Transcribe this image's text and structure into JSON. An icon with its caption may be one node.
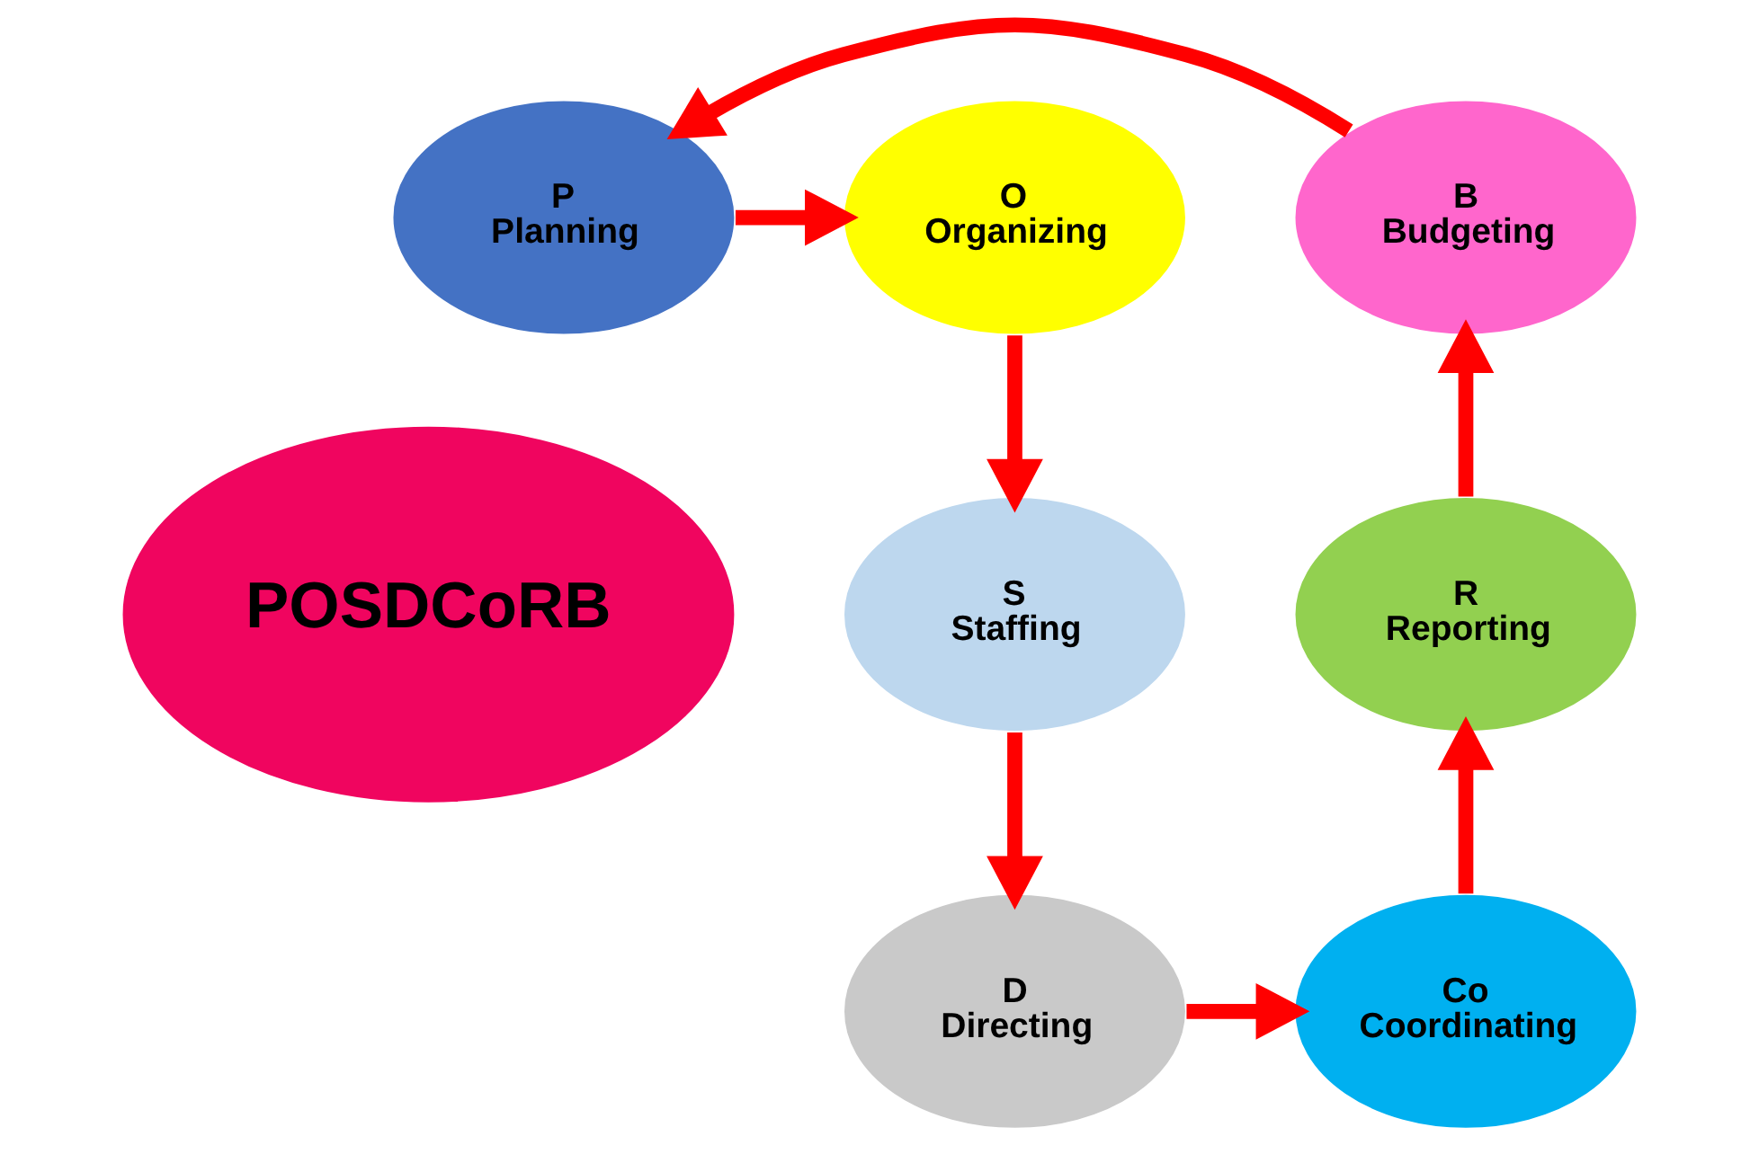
{
  "diagram": {
    "nodes": [
      {
        "text": [
          "POSDCoRB"
        ]
      },
      {
        "text": [
          "P",
          "Planning"
        ]
      },
      {
        "text": [
          "O",
          "Organizing"
        ]
      },
      {
        "text": [
          "S",
          "Staffing"
        ]
      },
      {
        "text": [
          "D",
          "Directing"
        ]
      },
      {
        "text": [
          "Co",
          "Coordinating"
        ]
      },
      {
        "text": [
          "R",
          "Reporting"
        ]
      },
      {
        "text": [
          "B",
          "Budgeting"
        ]
      }
    ],
    "edges": [
      {
        "from": 1,
        "to": 2,
        "arrow": "to"
      },
      {
        "from": 2,
        "to": 3,
        "arrow": "to"
      },
      {
        "from": 3,
        "to": 4,
        "arrow": "to"
      },
      {
        "from": 4,
        "to": 5,
        "arrow": "to"
      },
      {
        "from": 5,
        "to": 6,
        "arrow": "to"
      },
      {
        "from": 6,
        "to": 7,
        "arrow": "to"
      },
      {
        "from": 7,
        "to": 1,
        "arrow": "to"
      }
    ]
  }
}
